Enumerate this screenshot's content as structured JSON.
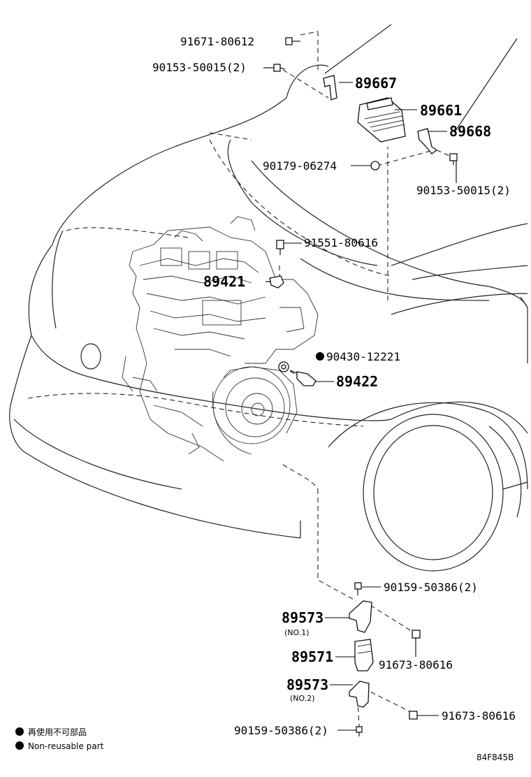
{
  "parts": {
    "p91671_80612": "91671-80612",
    "p90153_50015_top": "90153-50015(2)",
    "p89667": "89667",
    "p89661": "89661",
    "p89668": "89668",
    "p90179_06274": "90179-06274",
    "p90153_50015_right": "90153-50015(2)",
    "p91551_80616": "91551-80616",
    "p89421": "89421",
    "p90430_12221": "90430-12221",
    "p89422": "89422",
    "p90159_50386_top": "90159-50386(2)",
    "p89573_no1": "89573",
    "p89573_no1_sub": "(NO.1)",
    "p91673_80616_a": "91673-80616",
    "p89571": "89571",
    "p89573_no2": "89573",
    "p89573_no2_sub": "(NO.2)",
    "p91673_80616_b": "91673-80616",
    "p90159_50386_bottom": "90159-50386(2)"
  },
  "legend": {
    "non_reusable_jp": "再使用不可部品",
    "non_reusable_en": "Non-reusable part"
  },
  "diagram_code": "84F845B"
}
